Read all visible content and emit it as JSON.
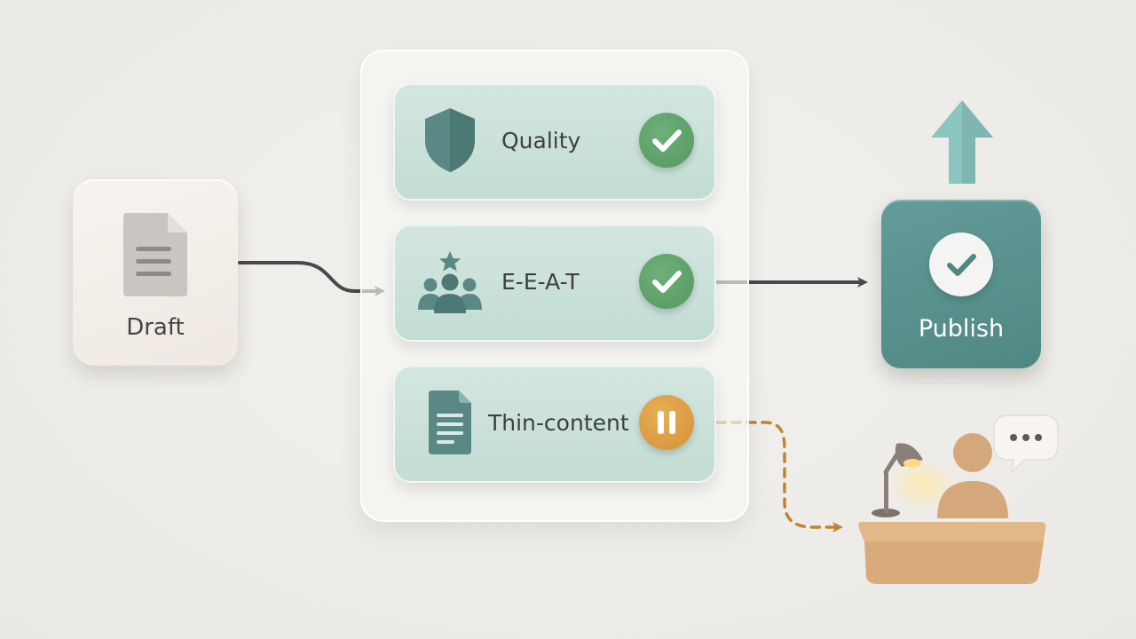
{
  "draft": {
    "label": "Draft",
    "icon": "document-icon",
    "color": "#efe9e2"
  },
  "checks": [
    {
      "label": "Quality",
      "icon": "shield-icon",
      "status": "passed",
      "status_icon": "check-icon"
    },
    {
      "label": "E-E-A-T",
      "icon": "people-star-icon",
      "status": "passed",
      "status_icon": "check-icon"
    },
    {
      "label": "Thin-content",
      "icon": "document-icon",
      "status": "paused",
      "status_icon": "pause-icon"
    }
  ],
  "publish": {
    "label": "Publish",
    "icon": "check-icon",
    "color": "#5a928e"
  },
  "up_arrow": {
    "icon": "up-arrow-icon",
    "color": "#8cc4c0"
  },
  "review": {
    "icon": "reviewer-at-desk-icon",
    "bubble_icon": "speech-bubble-icon"
  },
  "colors": {
    "background": "#efedea",
    "card_mint": "#c8e0d8",
    "icon_teal": "#5a8985",
    "ok_green": "#5fa06a",
    "pause_amber": "#dd9d44",
    "connector": "#454a4b",
    "dashed_connector": "#c08533",
    "desk": "#d9aa7a"
  }
}
